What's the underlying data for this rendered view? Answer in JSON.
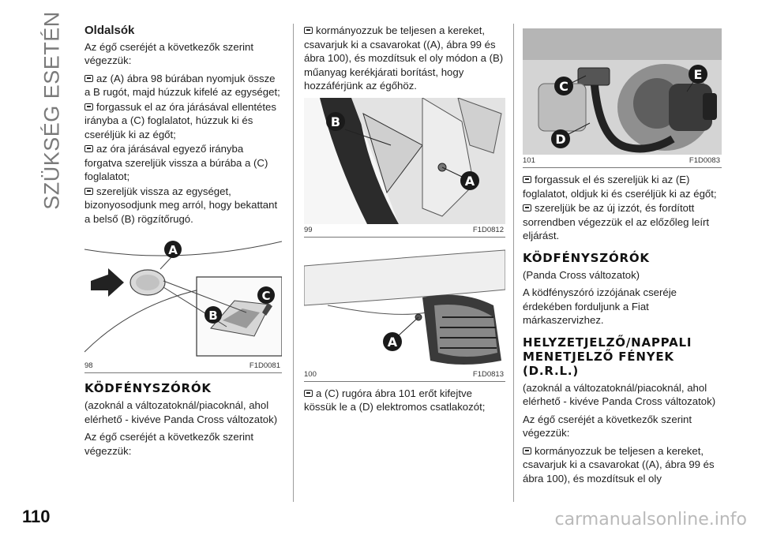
{
  "page": {
    "side_title": "SZÜKSÉG ESETÉN",
    "number": "110",
    "watermark": "carmanualsonline.info"
  },
  "col1": {
    "subheading": "Oldalsók",
    "intro": "Az égő cseréjét a következők szerint végezzük:",
    "bullets": [
      "az (A) ábra 98 búrában nyomjuk össze a B rugót, majd húzzuk kifelé az egységet;",
      "forgassuk el az óra járásával ellentétes irányba a (C) foglalatot, húzzuk ki és cseréljük ki az égőt;",
      "az óra járásával egyező irányba forgatva szereljük vissza a búrába a (C) foglalatot;",
      "szereljük vissza az egységet, bizonyosodjunk meg arról, hogy bekattant a belső (B) rögzítőrugó."
    ],
    "figure": {
      "number": "98",
      "code": "F1D0081",
      "labels": [
        "A",
        "B",
        "C"
      ]
    },
    "heading": "KÖDFÉNYSZÓRÓK",
    "para1": "(azoknál a változatoknál/piacoknál, ahol elérhető - kivéve Panda Cross változatok)",
    "para2": "Az égő cseréjét a következők szerint végezzük:"
  },
  "col2": {
    "bullet1": "kormányozzuk be teljesen a kereket, csavarjuk ki a csavarokat ((A), ábra 99 és ábra 100), és mozdítsuk el oly módon a (B) műanyag kerékjárati borítást, hogy hozzáférjünk az égőhöz.",
    "figure99": {
      "number": "99",
      "code": "F1D0812",
      "labels": [
        "B",
        "A"
      ]
    },
    "figure100": {
      "number": "100",
      "code": "F1D0813",
      "labels": [
        "A"
      ]
    },
    "bullet2": "a (C) rugóra ábra 101 erőt kifejtve kössük le a (D) elektromos csatlakozót;"
  },
  "col3": {
    "figure101": {
      "number": "101",
      "code": "F1D0083",
      "labels": [
        "C",
        "E",
        "D"
      ]
    },
    "bullets": [
      "forgassuk el és szereljük ki az (E) foglalatot, oldjuk ki és cseréljük ki az égőt;",
      "szereljük be az új izzót, és fordított sorrendben végezzük el az előzőleg leírt eljárást."
    ],
    "heading1": "KÖDFÉNYSZÓRÓK",
    "para1": "(Panda Cross változatok)",
    "para2": "A ködfényszóró izzójának cseréje érdekében forduljunk a Fiat márkaszervizhez.",
    "heading2": "HELYZETJELZŐ/NAPPALI MENETJELZŐ FÉNYEK (D.R.L.)",
    "para3": "(azoknál a változatoknál/piacoknál, ahol elérhető - kivéve Panda Cross változatok)",
    "para4": "Az égő cseréjét a következők szerint végezzük:",
    "bullet_last": "kormányozzuk be teljesen a kereket, csavarjuk ki a csavarokat ((A), ábra 99 és ábra 100), és mozdítsuk el oly"
  }
}
